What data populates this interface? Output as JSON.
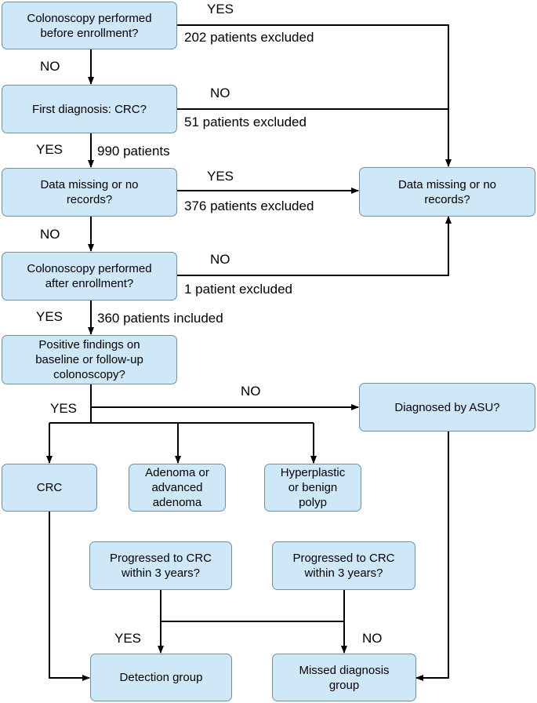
{
  "nodes": {
    "colonoscopy_before": "Colonoscopy performed\nbefore enrollment?",
    "first_diagnosis": "First diagnosis: CRC?",
    "data_missing_left": "Data missing or no\nrecords?",
    "colonoscopy_after": "Colonoscopy performed\nafter enrollment?",
    "positive_findings": "Positive findings on\nbaseline or follow-up\ncolonoscopy?",
    "data_missing_right": "Data missing or no\nrecords?",
    "diagnosed_asu": "Diagnosed by ASU?",
    "crc": "CRC",
    "adenoma": "Adenoma or\nadvanced\nadenoma",
    "hyperplastic": "Hyperplastic\nor benign\npolyp",
    "progressed_left": "Progressed to CRC\nwithin 3 years?",
    "progressed_right": "Progressed to CRC\nwithin 3 years?",
    "detection_group": "Detection group",
    "missed_group": "Missed diagnosis\ngroup"
  },
  "labels": {
    "yes_1": "YES",
    "excluded_202": "202 patients excluded",
    "no_1": "NO",
    "no_2": "NO",
    "excluded_51": "51 patients excluded",
    "yes_2": "YES",
    "patients_990": "990 patients",
    "yes_3": "YES",
    "excluded_376": "376 patients excluded",
    "no_3": "NO",
    "no_4": "NO",
    "excluded_1": "1 patient excluded",
    "yes_4": "YES",
    "included_360": "360 patients included",
    "yes_5": "YES",
    "no_5": "NO",
    "yes_6": "YES",
    "no_6": "NO"
  },
  "colors": {
    "box_fill": "#cfe8f8",
    "box_border": "#6f8fa8",
    "line": "#000000"
  }
}
